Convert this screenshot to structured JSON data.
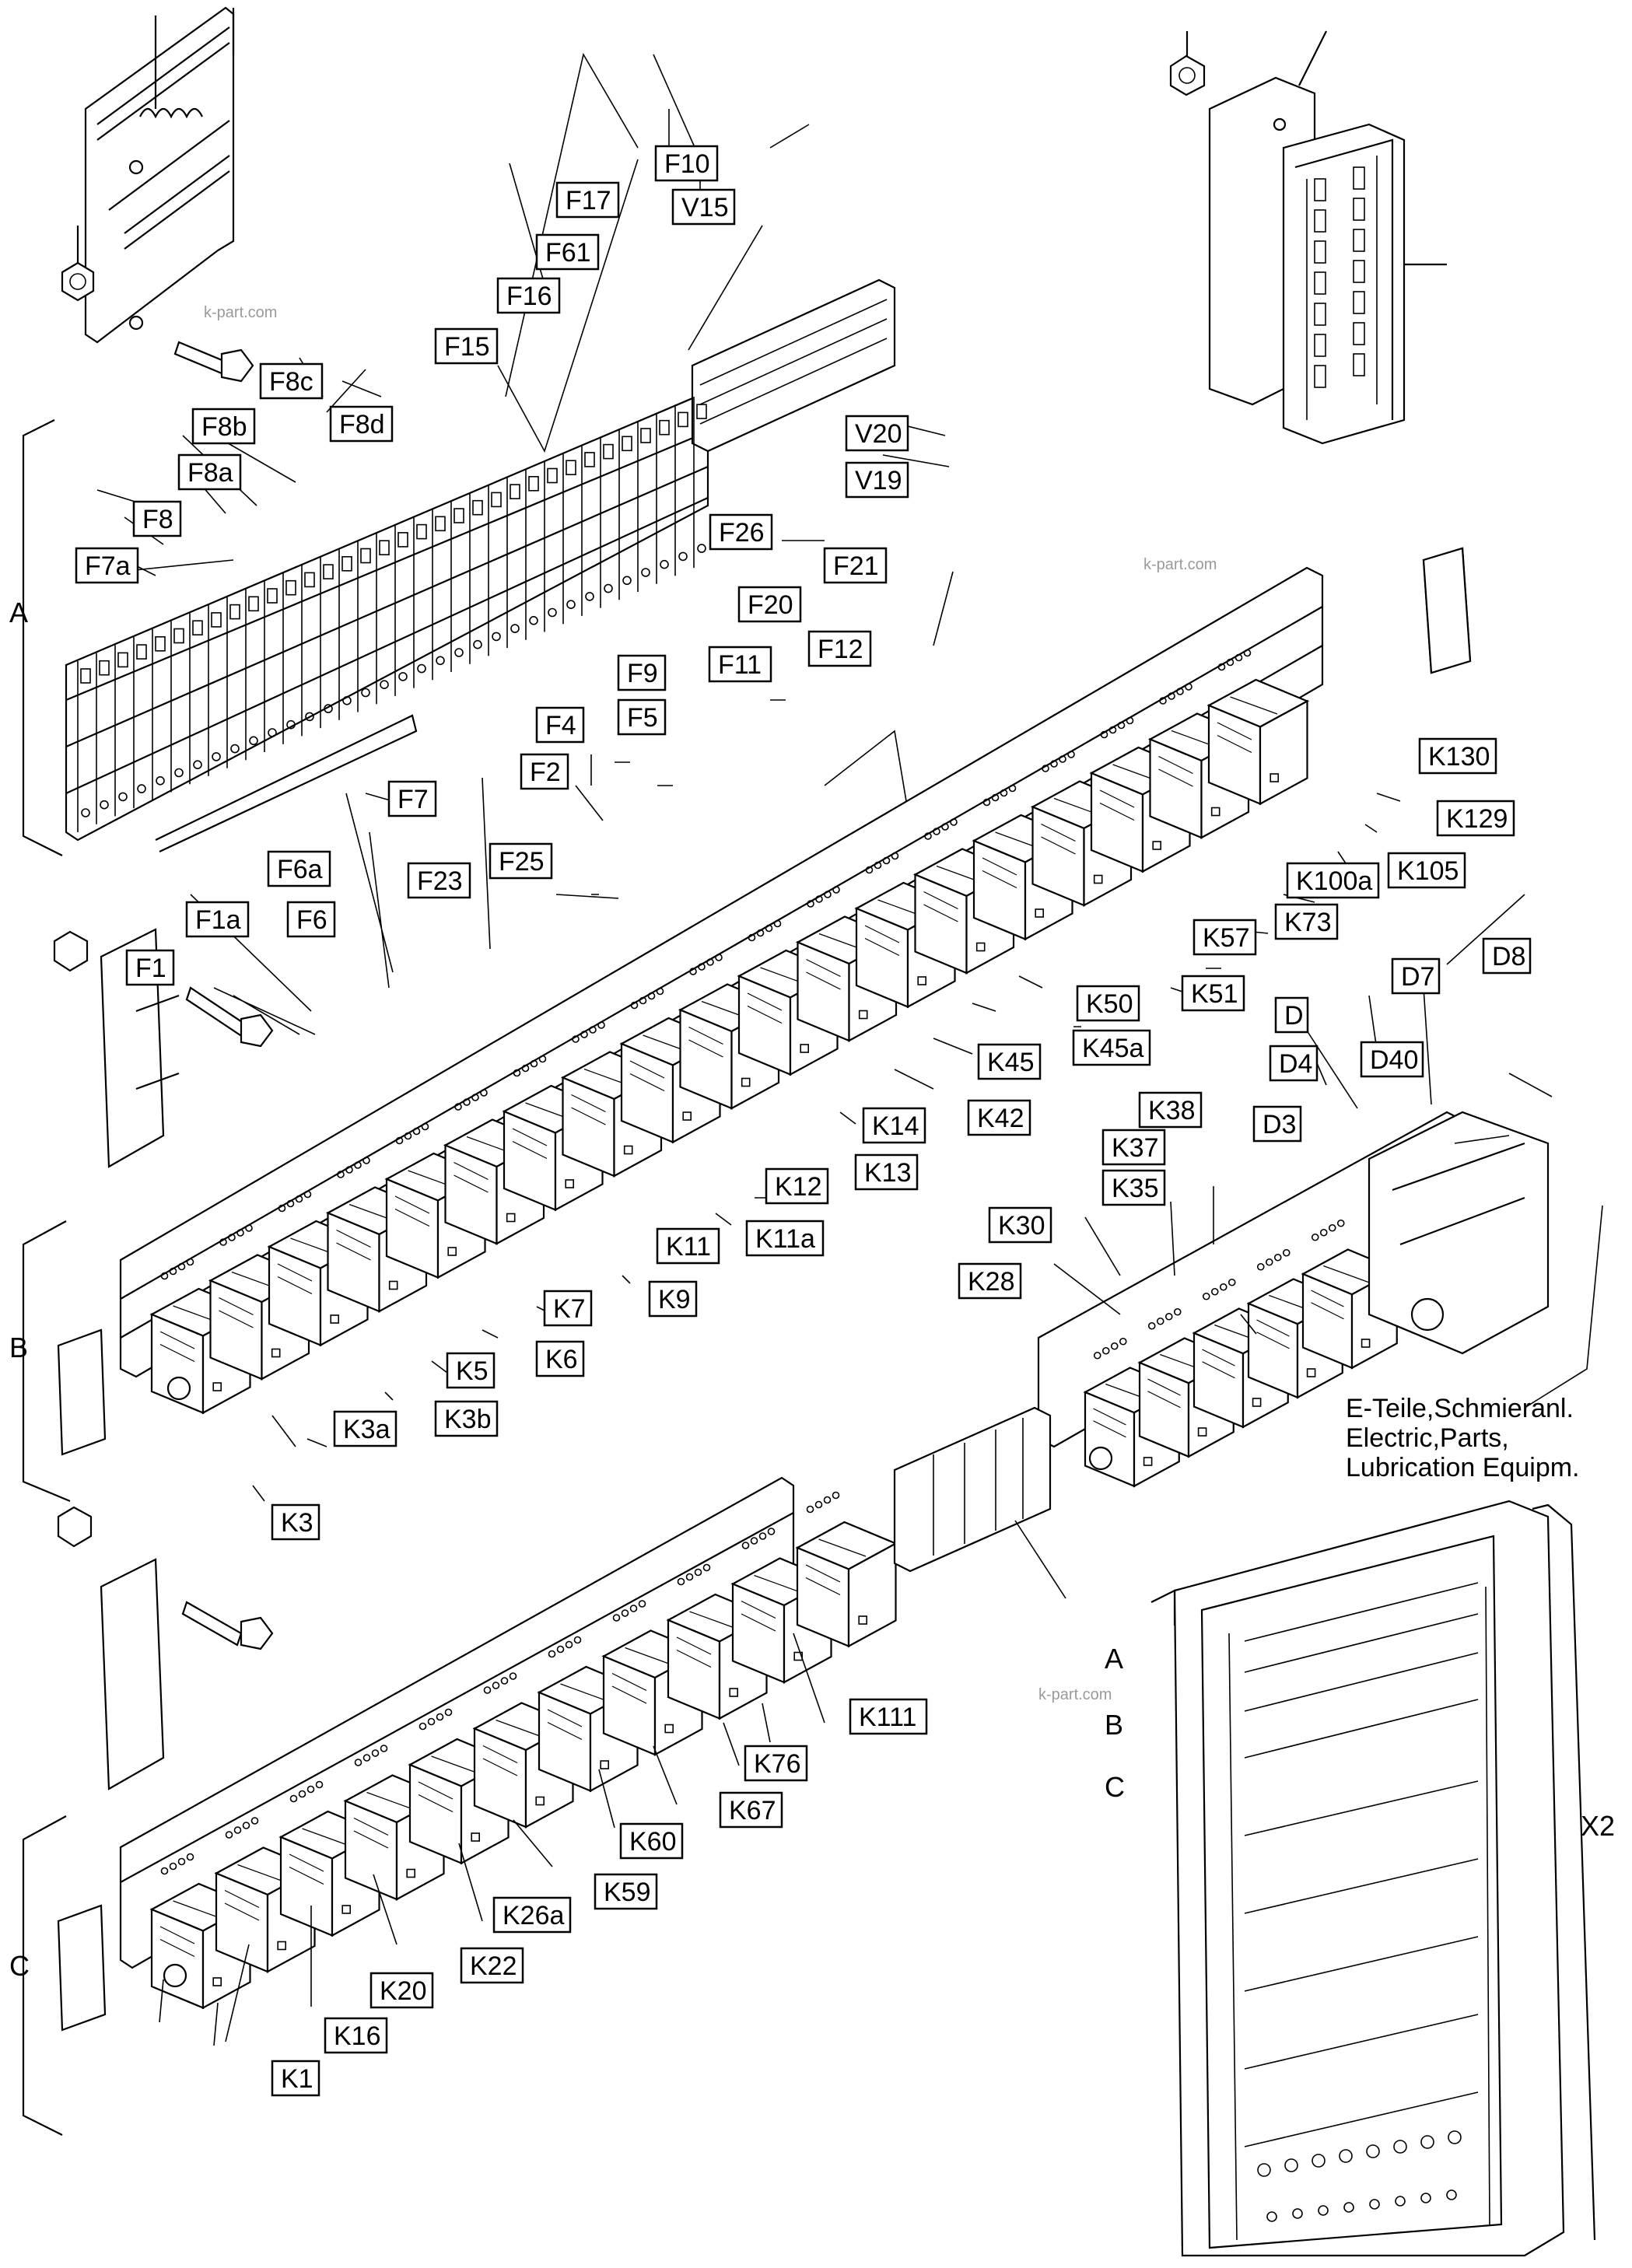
{
  "labels": [
    {
      "text": "F10"
    },
    {
      "text": "F17"
    },
    {
      "text": "V15"
    },
    {
      "text": "F61"
    },
    {
      "text": "F16"
    },
    {
      "text": "F15"
    },
    {
      "text": "F8c"
    },
    {
      "text": "F8d"
    },
    {
      "text": "F8b"
    },
    {
      "text": "F8a"
    },
    {
      "text": "F8"
    },
    {
      "text": "F7a"
    },
    {
      "text": "V20"
    },
    {
      "text": "V19"
    },
    {
      "text": "F26"
    },
    {
      "text": "F21"
    },
    {
      "text": "F20"
    },
    {
      "text": "F12"
    },
    {
      "text": "F11"
    },
    {
      "text": "F9"
    },
    {
      "text": "F5"
    },
    {
      "text": "F4"
    },
    {
      "text": "F2"
    },
    {
      "text": "F7"
    },
    {
      "text": "F6a"
    },
    {
      "text": "F23"
    },
    {
      "text": "F25"
    },
    {
      "text": "F1a"
    },
    {
      "text": "F6"
    },
    {
      "text": "F1"
    },
    {
      "text": "K130"
    },
    {
      "text": "K129"
    },
    {
      "text": "K105"
    },
    {
      "text": "K100a"
    },
    {
      "text": "K73"
    },
    {
      "text": "K57"
    },
    {
      "text": "K51"
    },
    {
      "text": "K50"
    },
    {
      "text": "K45a"
    },
    {
      "text": "K45"
    },
    {
      "text": "K42"
    },
    {
      "text": "K14"
    },
    {
      "text": "K13"
    },
    {
      "text": "K12"
    },
    {
      "text": "K11a"
    },
    {
      "text": "K11"
    },
    {
      "text": "K9"
    },
    {
      "text": "K7"
    },
    {
      "text": "K6"
    },
    {
      "text": "K5"
    },
    {
      "text": "K3b"
    },
    {
      "text": "K3a"
    },
    {
      "text": "K3"
    },
    {
      "text": "D8"
    },
    {
      "text": "D7"
    },
    {
      "text": "D"
    },
    {
      "text": "D40"
    },
    {
      "text": "D4"
    },
    {
      "text": "D3"
    },
    {
      "text": "K38"
    },
    {
      "text": "K37"
    },
    {
      "text": "K35"
    },
    {
      "text": "K30"
    },
    {
      "text": "K28"
    },
    {
      "text": "K111"
    },
    {
      "text": "K76"
    },
    {
      "text": "K67"
    },
    {
      "text": "K60"
    },
    {
      "text": "K59"
    },
    {
      "text": "K26a"
    },
    {
      "text": "K22"
    },
    {
      "text": "K20"
    },
    {
      "text": "K16"
    },
    {
      "text": "K1"
    }
  ],
  "section_markers": {
    "left_a": "A",
    "left_b": "B",
    "left_c": "C",
    "cab_a": "A",
    "cab_b": "B",
    "cab_c": "C",
    "x2": "X2"
  },
  "note": {
    "line1": "E-Teile,Schmieranl.",
    "line2": "Electric,Parts,",
    "line3": "Lubrication Equipm."
  },
  "watermark": "k-part.com"
}
